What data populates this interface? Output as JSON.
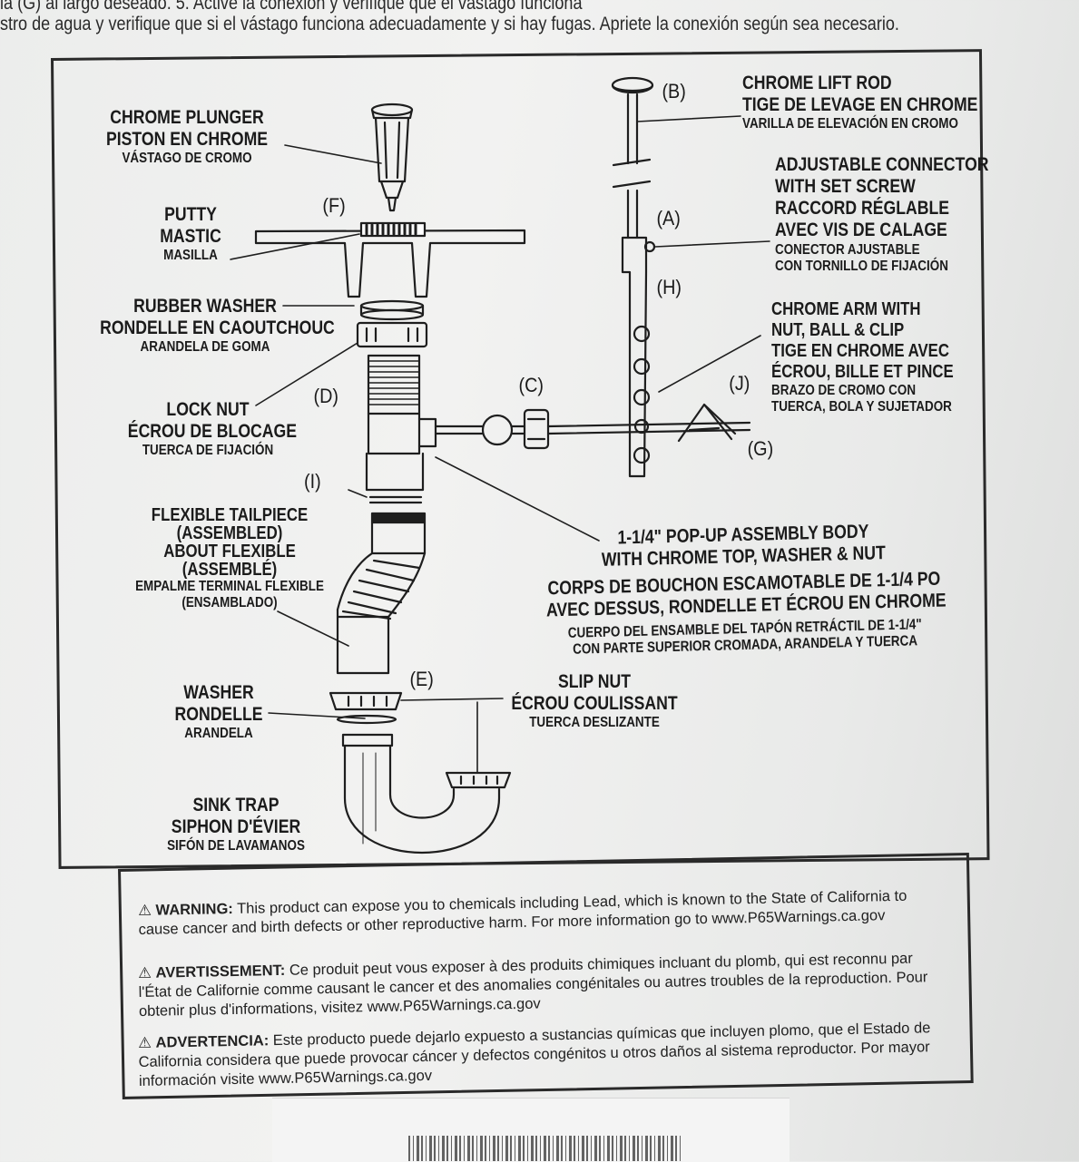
{
  "top_text": {
    "line1": "la (G) al largo deseado. 5. Active la conexión y verifique que el vástago funciona",
    "line2": "stro de agua y verifique que si el vástago funciona adecuadamente y si hay fugas. Apriete la conexión según sea necesario."
  },
  "labels": {
    "chrome_plunger": {
      "en": "CHROME PLUNGER",
      "fr": "PISTON EN CHROME",
      "es": "VÁSTAGO DE CROMO"
    },
    "putty": {
      "en": "PUTTY",
      "fr": "MASTIC",
      "es": "MASILLA"
    },
    "rubber_washer": {
      "en": "RUBBER WASHER",
      "fr": "RONDELLE EN CAOUTCHOUC",
      "es": "ARANDELA DE GOMA"
    },
    "lock_nut": {
      "en": "LOCK NUT",
      "fr": "ÉCROU DE BLOCAGE",
      "es": "TUERCA DE FIJACIÓN"
    },
    "flexible_tailpiece": {
      "en1": "FLEXIBLE TAILPIECE",
      "en2": "(ASSEMBLED)",
      "fr1": "ABOUT FLEXIBLE",
      "fr2": "(ASSEMBLÉ)",
      "es1": "EMPALME TERMINAL FLEXIBLE",
      "es2": "(ENSAMBLADO)"
    },
    "washer": {
      "en": "WASHER",
      "fr": "RONDELLE",
      "es": "ARANDELA"
    },
    "sink_trap": {
      "en": "SINK TRAP",
      "fr": "SIPHON D'ÉVIER",
      "es": "SIFÓN DE LAVAMANOS"
    },
    "chrome_lift_rod": {
      "en": "CHROME LIFT ROD",
      "fr": "TIGE DE LEVAGE EN CHROME",
      "es": "VARILLA DE ELEVACIÓN EN CROMO"
    },
    "adjustable_connector": {
      "en1": "ADJUSTABLE CONNECTOR",
      "en2": "WITH SET SCREW",
      "fr1": "RACCORD RÉGLABLE",
      "fr2": "AVEC VIS DE CALAGE",
      "es1": "CONECTOR AJUSTABLE",
      "es2": "CON TORNILLO DE FIJACIÓN"
    },
    "chrome_arm": {
      "en1": "CHROME ARM WITH",
      "en2": "NUT, BALL & CLIP",
      "fr1": "TIGE EN CHROME AVEC",
      "fr2": "ÉCROU, BILLE ET PINCE",
      "es1": "BRAZO DE CROMO CON",
      "es2": "TUERCA, BOLA Y SUJETADOR"
    },
    "popup_body": {
      "en1": "1-1/4\" POP-UP ASSEMBLY BODY",
      "en2": "WITH CHROME TOP, WASHER & NUT",
      "fr1": "CORPS DE BOUCHON ESCAMOTABLE DE 1-1/4 PO",
      "fr2": "AVEC DESSUS, RONDELLE ET ÉCROU EN CHROME",
      "es1": "CUERPO DEL ENSAMBLE DEL TAPÓN RETRÁCTIL DE 1-1/4\"",
      "es2": "CON PARTE SUPERIOR CROMADA, ARANDELA Y TUERCA"
    },
    "slip_nut": {
      "en": "SLIP NUT",
      "fr": "ÉCROU COULISSANT",
      "es": "TUERCA DESLIZANTE"
    }
  },
  "letters": {
    "a": "(A)",
    "b": "(B)",
    "c": "(C)",
    "d": "(D)",
    "e": "(E)",
    "f": "(F)",
    "g": "(G)",
    "h": "(H)",
    "i": "(I)",
    "j": "(J)"
  },
  "warnings": {
    "en_title": "WARNING:",
    "en_text": "This product can expose you to chemicals including Lead, which is known to the State of California to cause cancer and birth defects or other reproductive harm. For more information go to www.P65Warnings.ca.gov",
    "fr_title": "AVERTISSEMENT:",
    "fr_text": "Ce produit peut vous exposer à des produits chimiques incluant du plomb, qui est reconnu par l'État de Californie comme causant le cancer et des anomalies congénitales ou autres troubles de la reproduction. Pour obtenir plus d'informations, visitez www.P65Warnings.ca.gov",
    "es_title": "ADVERTENCIA:",
    "es_text": "Este producto puede dejarlo expuesto a sustancias químicas que incluyen plomo, que el Estado de California considera que puede provocar cáncer y defectos congénitos u otros daños al sistema reproductor. Por mayor información visite www.P65Warnings.ca.gov"
  },
  "icons": {
    "warning": "warning-triangle-icon"
  }
}
